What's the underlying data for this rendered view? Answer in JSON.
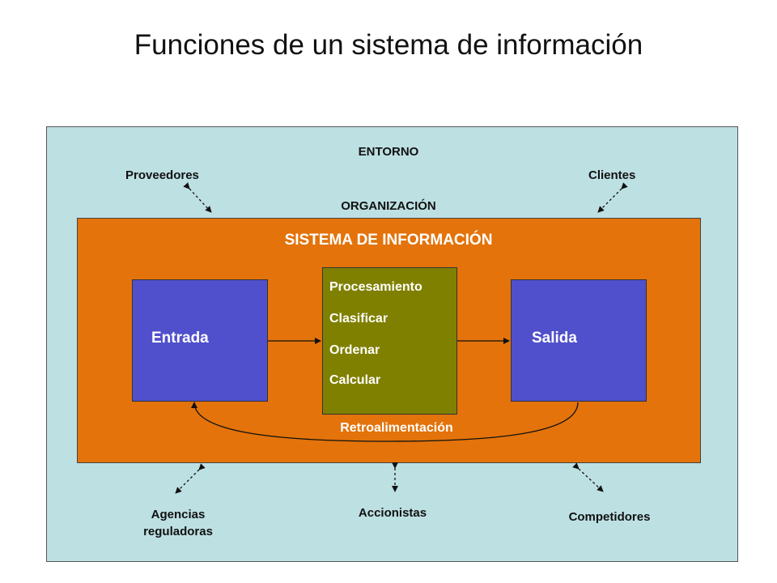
{
  "title": "Funciones de un sistema de información",
  "environment": {
    "label": "ENTORNO",
    "stakeholders": {
      "suppliers": "Proveedores",
      "customers": "Clientes",
      "regulators": "Agencias\nreguladoras",
      "shareholders": "Accionistas",
      "competitors": "Competidores"
    }
  },
  "organization": {
    "label": "ORGANIZACIÓN"
  },
  "information_system": {
    "label": "SISTEMA DE INFORMACIÓN",
    "input": "Entrada",
    "output": "Salida",
    "processing": {
      "title": "Procesamiento",
      "steps": [
        "Clasificar",
        "Ordenar",
        "Calcular"
      ]
    },
    "feedback": "Retroalimentación"
  },
  "colors": {
    "environment": "#bde0e3",
    "system": "#e3730a",
    "io_box": "#5050cc",
    "processing_box": "#808000"
  }
}
